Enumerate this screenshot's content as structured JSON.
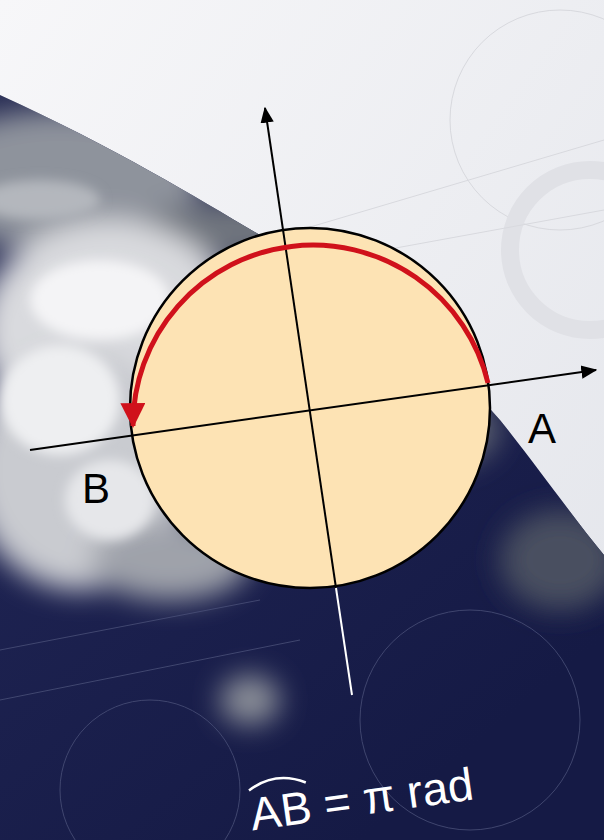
{
  "diagram": {
    "labels": [
      "A",
      "B",
      "AB = π rad"
    ]
  }
}
